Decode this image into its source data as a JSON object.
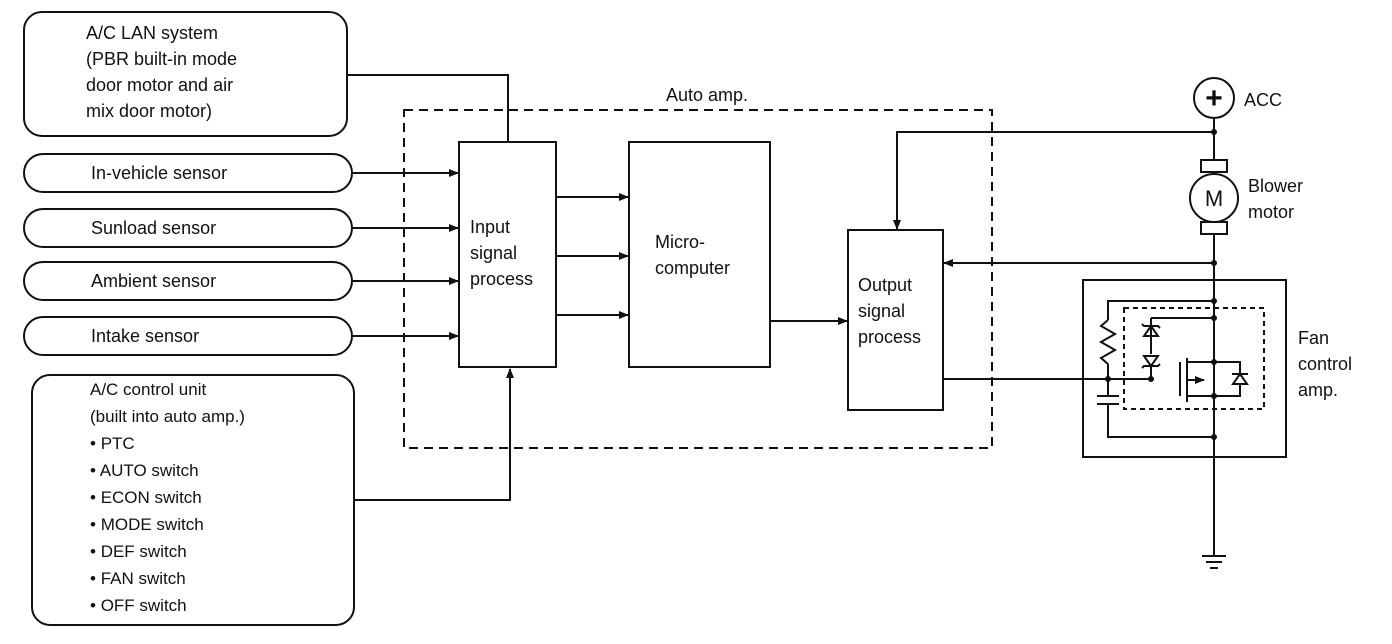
{
  "lan_system": {
    "lines": [
      "A/C LAN system",
      "(PBR built-in mode",
      "door motor and air",
      "mix door motor)"
    ]
  },
  "sensors": [
    "In-vehicle sensor",
    "Sunload sensor",
    "Ambient sensor",
    "Intake sensor"
  ],
  "control_unit": {
    "title_lines": [
      "A/C control unit",
      "(built into auto amp.)"
    ],
    "items": [
      "PTC",
      "AUTO switch",
      "ECON switch",
      "MODE switch",
      "DEF switch",
      "FAN switch",
      "OFF switch"
    ]
  },
  "auto_amp_label": "Auto amp.",
  "input_block": [
    "Input",
    "signal",
    "process"
  ],
  "micro_block": [
    "Micro-",
    "computer"
  ],
  "output_block": [
    "Output",
    "signal",
    "process"
  ],
  "acc_label": "ACC",
  "acc_symbol": "+",
  "motor_symbol": "M",
  "blower_label": [
    "Blower",
    "motor"
  ],
  "fan_amp_label": [
    "Fan",
    "control",
    "amp."
  ]
}
